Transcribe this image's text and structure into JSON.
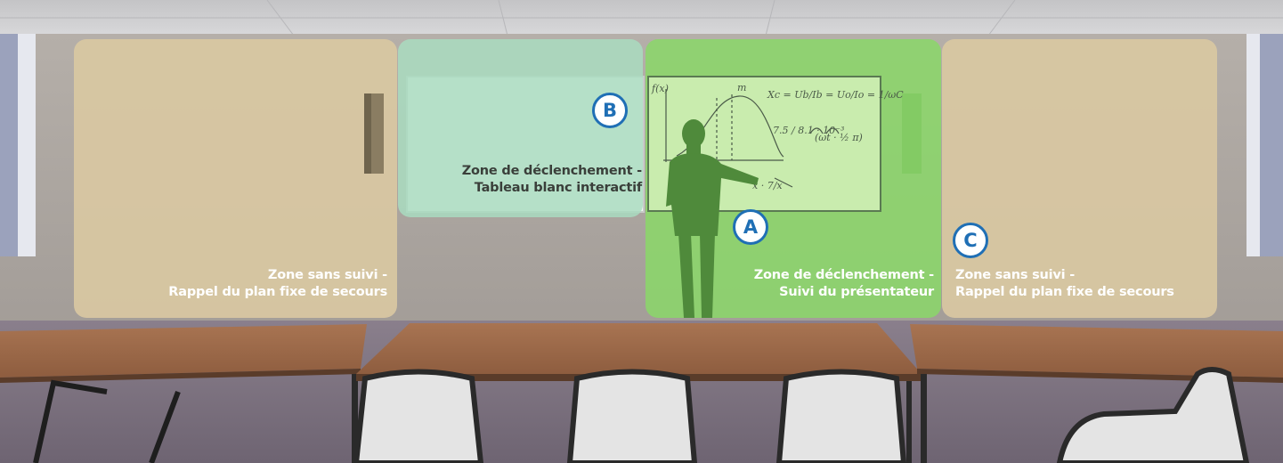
{
  "zones": {
    "left": {
      "line1": "Zone sans suivi -",
      "line2": "Rappel du plan fixe de secours"
    },
    "b": {
      "badge": "B",
      "line1": "Zone de déclenchement -",
      "line2": "Tableau blanc interactif"
    },
    "a": {
      "badge": "A",
      "line1": "Zone de déclenchement -",
      "line2": "Suivi du présentateur"
    },
    "c": {
      "badge": "C",
      "line1": "Zone sans suivi -",
      "line2": "Rappel du plan fixe de secours"
    }
  },
  "colors": {
    "no_tracking_zone": "#d9c8a2",
    "trigger_zone_presenter": "#8bd66a",
    "trigger_zone_whiteboard": "#a9dcc0",
    "badge_accent": "#1f6fb5",
    "presenter_silhouette": "#4f8a3b"
  }
}
